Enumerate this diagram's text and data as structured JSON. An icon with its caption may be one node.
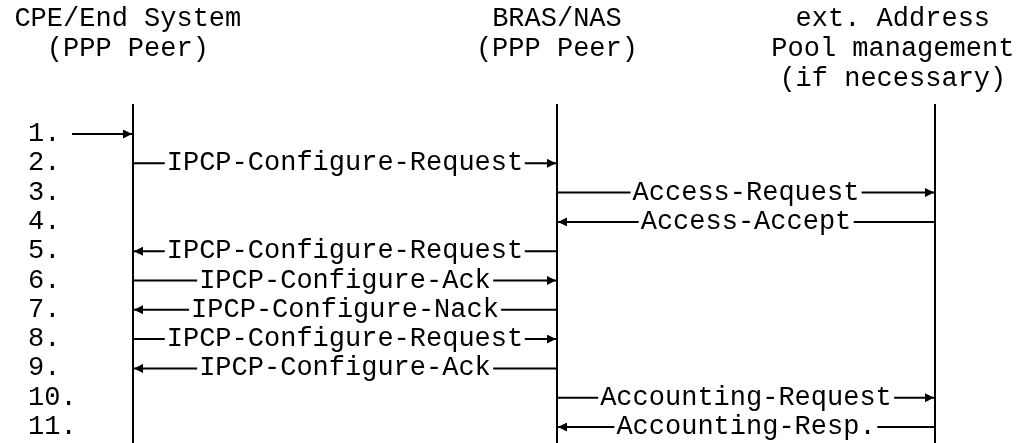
{
  "diagram": {
    "nodes": [
      {
        "text": [
          "CPE/End System (PPP Peer)"
        ]
      },
      {
        "text": [
          "BRAS/NAS (PPP Peer)"
        ]
      },
      {
        "text": [
          "ext. Address Pool management (if necessary)"
        ]
      }
    ],
    "edges": [
      {
        "from": null,
        "to": 0,
        "arrow": "to"
      },
      {
        "from": 0,
        "to": 1,
        "arrow": "to",
        "label": "IPCP-Configure-Request"
      },
      {
        "from": 1,
        "to": 2,
        "arrow": "to",
        "label": "Access-Request"
      },
      {
        "from": 2,
        "to": 1,
        "arrow": "to",
        "label": "Access-Accept"
      },
      {
        "from": 1,
        "to": 0,
        "arrow": "to",
        "label": "IPCP-Configure-Request"
      },
      {
        "from": 0,
        "to": 1,
        "arrow": "to",
        "label": "IPCP-Configure-Ack"
      },
      {
        "from": 1,
        "to": 0,
        "arrow": "to",
        "label": "IPCP-Configure-Nack"
      },
      {
        "from": 0,
        "to": 1,
        "arrow": "to",
        "label": "IPCP-Configure-Request"
      },
      {
        "from": 1,
        "to": 0,
        "arrow": "to",
        "label": "IPCP-Configure-Ack"
      },
      {
        "from": 1,
        "to": 2,
        "arrow": "to",
        "label": "Accounting-Request"
      },
      {
        "from": 2,
        "to": 1,
        "arrow": "to",
        "label": "Accounting-Resp."
      }
    ],
    "labels": [
      "1.",
      "2.",
      "3.",
      "4.",
      "5.",
      "6.",
      "7.",
      "8.",
      "9.",
      "10.",
      "11."
    ]
  }
}
